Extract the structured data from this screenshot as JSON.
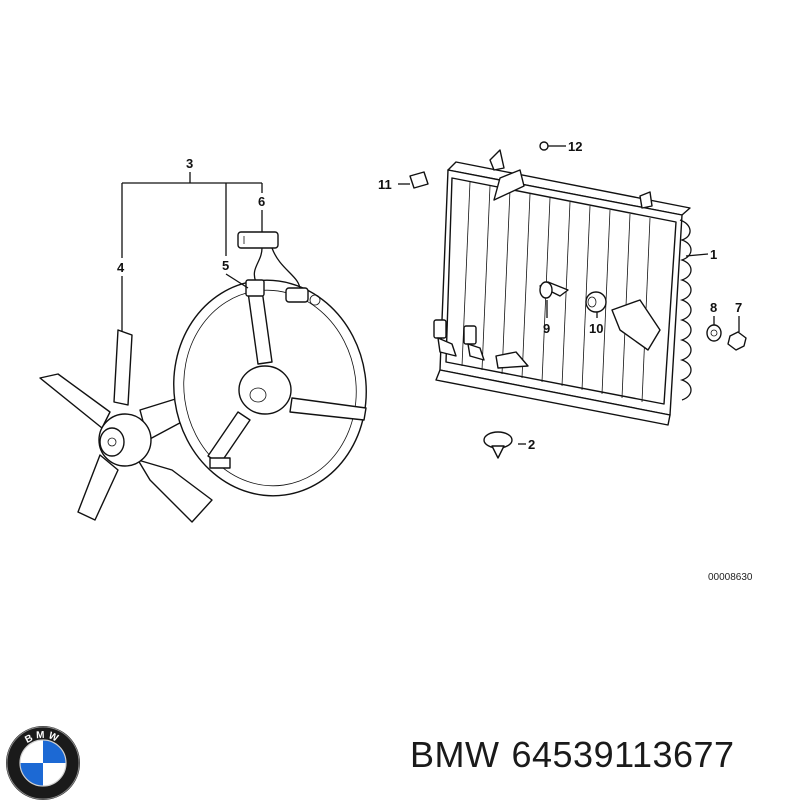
{
  "diagram": {
    "callouts": [
      "1",
      "2",
      "3",
      "4",
      "5",
      "6",
      "7",
      "8",
      "9",
      "10",
      "11",
      "12"
    ],
    "drawing_number": "00008630"
  },
  "footer": {
    "brand": "BMW",
    "part_number": "64539113677",
    "logo_letters": "BMW",
    "colors": {
      "logo_blue": "#1c69d4",
      "logo_ring": "#1a1a1a",
      "text": "#1a1a1a"
    }
  }
}
